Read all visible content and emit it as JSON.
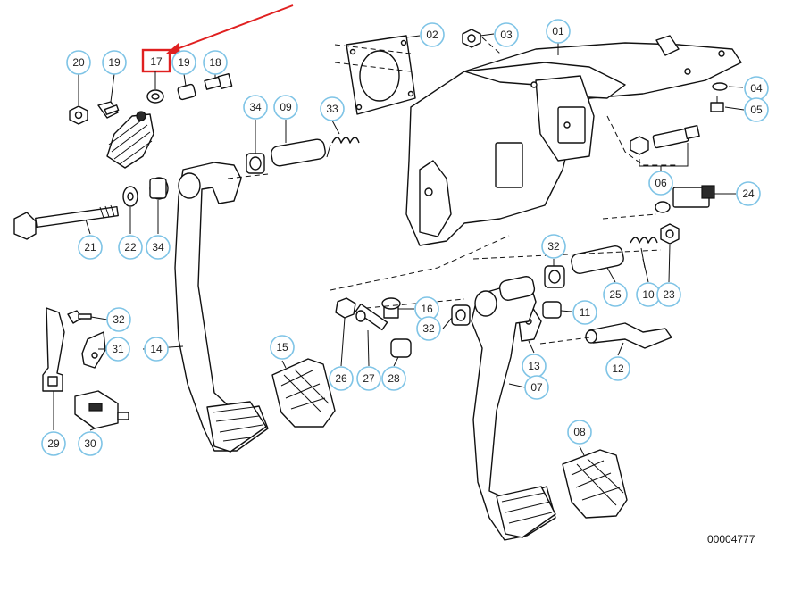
{
  "diagram": {
    "document_number": "00004777",
    "highlight_color": "#e02020",
    "callout_color": "#7fc4e6",
    "highlighted_callout": "17",
    "callouts": [
      "20",
      "19",
      "17",
      "19",
      "18",
      "02",
      "03",
      "01",
      "04",
      "05",
      "34",
      "09",
      "33",
      "06",
      "24",
      "21",
      "22",
      "34",
      "32",
      "25",
      "10",
      "23",
      "16",
      "11",
      "32",
      "32",
      "31",
      "14",
      "15",
      "26",
      "27",
      "28",
      "13",
      "12",
      "07",
      "08",
      "29",
      "30"
    ]
  }
}
